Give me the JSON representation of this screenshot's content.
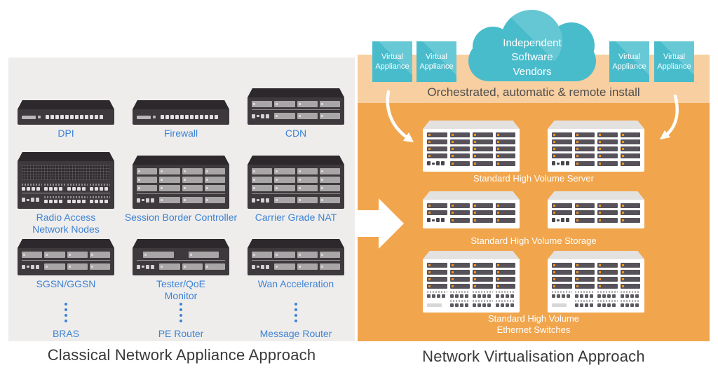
{
  "left_panel": {
    "caption": "Classical Network Appliance Approach",
    "rows": [
      {
        "items": [
          {
            "label": "DPI",
            "style": "slim"
          },
          {
            "label": "Firewall",
            "style": "slim"
          },
          {
            "label": "CDN",
            "style": "rack2"
          }
        ]
      },
      {
        "items": [
          {
            "label": "Radio Access\nNetwork Nodes",
            "style": "mesh"
          },
          {
            "label": "Session Border Controller",
            "style": "rack4"
          },
          {
            "label": "Carrier Grade NAT",
            "style": "rack4"
          }
        ]
      },
      {
        "items": [
          {
            "label": "SGSN/GGSN",
            "style": "rack2"
          },
          {
            "label": "Tester/QoE\nMonitor",
            "style": "rack2w"
          },
          {
            "label": "Wan Acceleration",
            "style": "rack2"
          }
        ]
      }
    ],
    "more_labels": [
      "BRAS",
      "PE Router",
      "Message Router"
    ]
  },
  "right_panel": {
    "caption": "Network Virtualisation Approach",
    "cloud_label": "Independent\nSoftware\nVendors",
    "band_label": "Orchestrated, automatic & remote install",
    "virtual_appliances": [
      "Virtual\nAppliance",
      "Virtual\nAppliance",
      "Virtual\nAppliance",
      "Virtual\nAppliance"
    ],
    "server_groups": [
      {
        "label": "Standard High Volume Server",
        "count": 2,
        "type": "server",
        "slot_rows": 5
      },
      {
        "label": "Standard High Volume Storage",
        "count": 2,
        "type": "server",
        "slot_rows": 3
      },
      {
        "label": "Standard High Volume\nEthernet Switches",
        "count": 2,
        "type": "switch",
        "slot_rows": 4
      }
    ]
  },
  "colors": {
    "orange": "#f1a64e",
    "band": "#f8cfa0",
    "teal": "#49bccc",
    "teal-light": "#68c9d6",
    "panel-gray": "#eeedec",
    "label-blue": "#3d82d4",
    "caption-dark": "#39393b",
    "band-text": "#4e4e50",
    "appliance-dark": "#3e393c",
    "appliance-top": "#2c282b",
    "slot-light": "#a9a6a8",
    "slot-dark": "#57525a",
    "led-orange": "#f0921e"
  }
}
